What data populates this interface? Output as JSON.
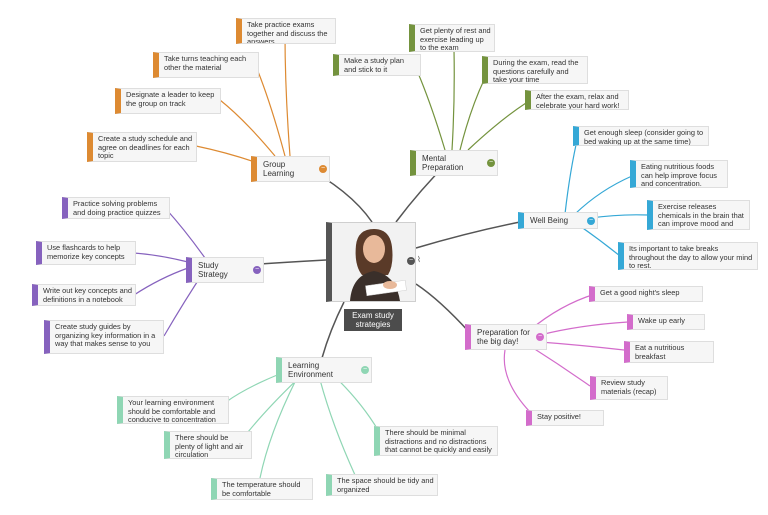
{
  "central": {
    "title": "Exam study strategies",
    "image_icon": "student-studying-photo"
  },
  "branches": {
    "group_learning": {
      "label": "Group Learning",
      "color": "#dd8a32",
      "children": [
        {
          "text": "Take practice exams together and discuss the answers"
        },
        {
          "text": "Take turns teaching each other the material"
        },
        {
          "text": "Designate a leader to keep the group on track"
        },
        {
          "text": "Create a study schedule and agree on deadlines for each topic"
        }
      ]
    },
    "mental_preparation": {
      "label": "Mental Preparation",
      "color": "#74933e",
      "children": [
        {
          "text": "Get plenty of rest and exercise leading up to the exam"
        },
        {
          "text": "Make a study plan and stick to it"
        },
        {
          "text": "During the exam, read the questions carefully and take your time"
        },
        {
          "text": "After the exam, relax and celebrate your hard work!"
        }
      ]
    },
    "well_being": {
      "label": "Well Being",
      "color": "#35a8d6",
      "children": [
        {
          "text": "Get enough sleep (consider going to bed waking up at the same time)"
        },
        {
          "text": "Eating nutritious foods can help improve focus and concentration."
        },
        {
          "text": "Exercise releases chemicals in the brain that can improve mood and focus."
        },
        {
          "text": "Its important to take breaks throughout the day to allow your mind to rest."
        }
      ]
    },
    "study_strategy": {
      "label": "Study Strategy",
      "color": "#8662be",
      "children": [
        {
          "text": "Practice solving problems and doing practice quizzes"
        },
        {
          "text": "Use flashcards to help memorize key concepts"
        },
        {
          "text": "Write out key concepts and definitions in a notebook"
        },
        {
          "text": "Create study guides by organizing key information in a way that makes sense to you"
        }
      ]
    },
    "preparation": {
      "label": "Preparation for the big day!",
      "color": "#d36ccb",
      "children": [
        {
          "text": "Get a good night's sleep"
        },
        {
          "text": "Wake up early"
        },
        {
          "text": "Eat a nutritious breakfast"
        },
        {
          "text": "Review study materials (recap)"
        },
        {
          "text": "Stay positive!"
        }
      ]
    },
    "learning_environment": {
      "label": "Learning Environment",
      "color": "#8fd6b4",
      "children": [
        {
          "text": "Your learning environment should be comfortable and conducive to concentration"
        },
        {
          "text": "There should be plenty of light and air circulation"
        },
        {
          "text": "There should be minimal distractions and no distractions that cannot be quickly and easily managed"
        },
        {
          "text": "The temperature should be comfortable"
        },
        {
          "text": "The space should be tidy and organized"
        }
      ]
    }
  },
  "ui": {
    "collapse_symbol": "−",
    "attach_icon": "paperclip-icon"
  }
}
